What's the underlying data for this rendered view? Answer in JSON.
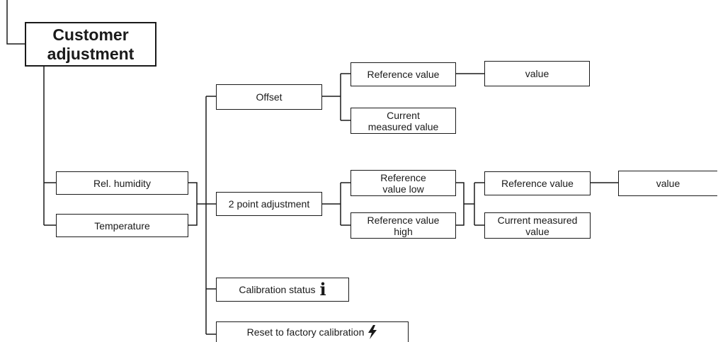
{
  "root": {
    "line1": "Customer",
    "line2": "adjustment"
  },
  "sensors": {
    "humidity": "Rel. humidity",
    "temperature": "Temperature"
  },
  "menu": {
    "offset": "Offset",
    "two_point": "2 point adjustment",
    "calibration_status": "Calibration status",
    "reset": "Reset to factory calibration"
  },
  "offset_branch": {
    "reference_value": "Reference value",
    "value": "value",
    "current_line1": "Current",
    "current_line2": "measured value"
  },
  "two_point_branch": {
    "ref_low_line1": "Reference",
    "ref_low_line2": "value low",
    "ref_high_line1": "Reference value",
    "ref_high_line2": "high",
    "reference_value": "Reference value",
    "value": "value",
    "current_line1": "Current measured",
    "current_line2": "value"
  },
  "icons": {
    "info": "info-icon",
    "reset": "lightning-icon"
  }
}
